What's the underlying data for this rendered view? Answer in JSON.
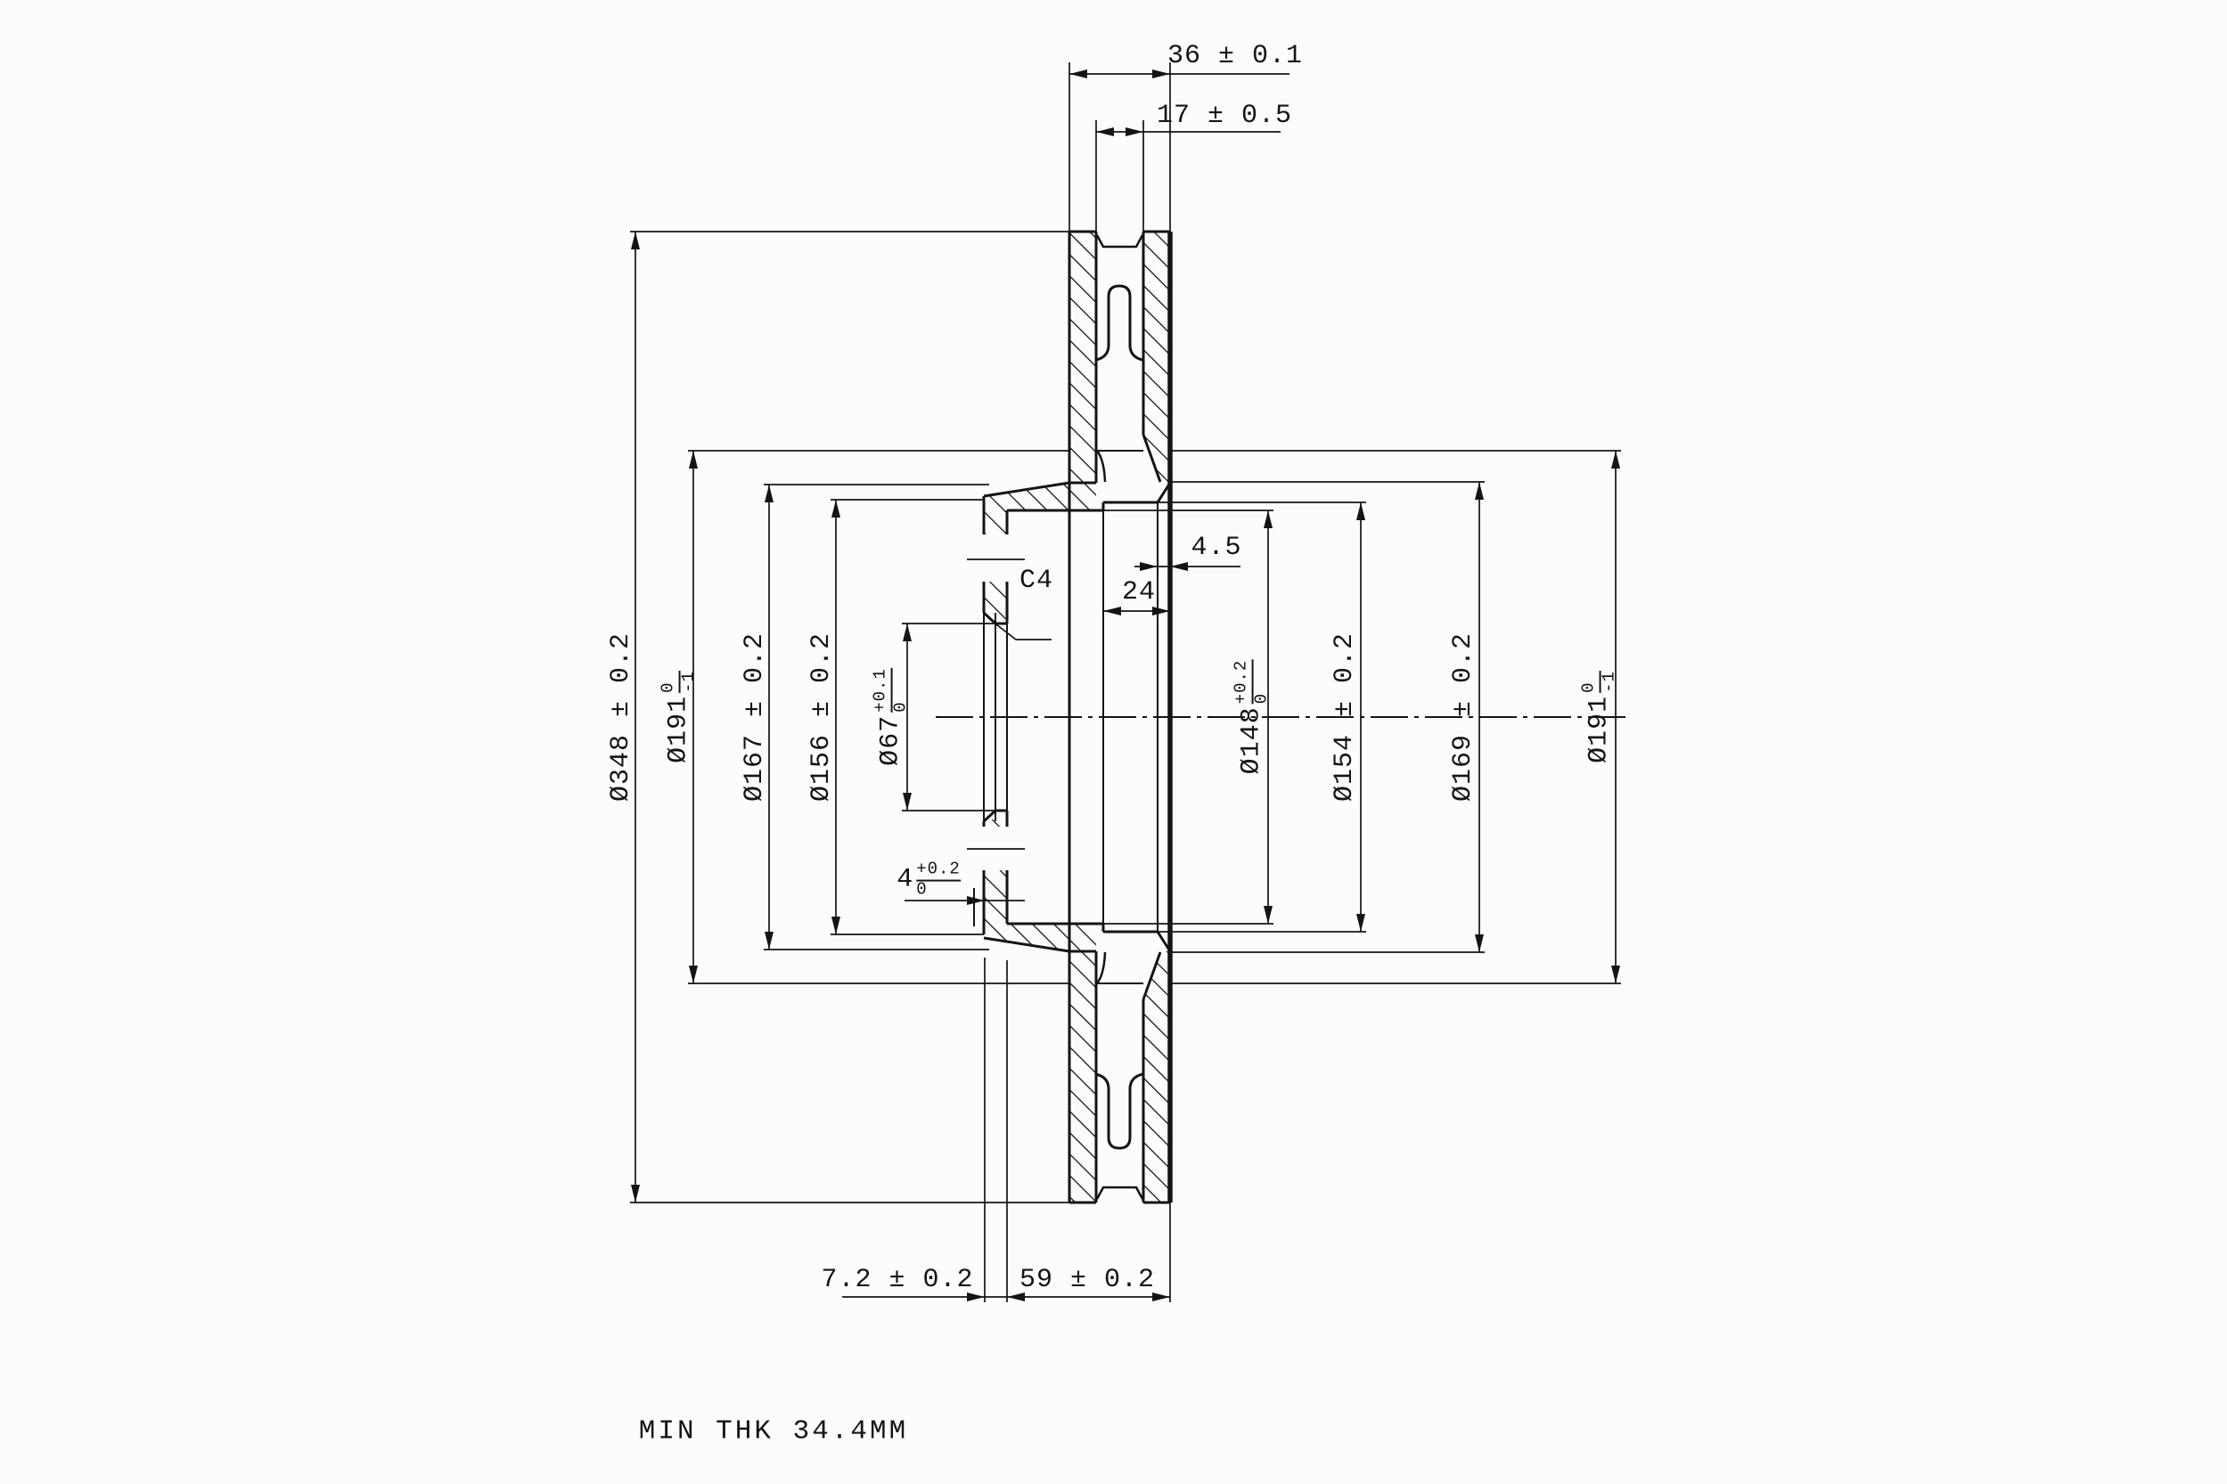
{
  "drawing": {
    "kind": "vented brake disc cross-section",
    "note": {
      "text": "MIN THK 34.4MM"
    },
    "dims": {
      "d36": {
        "text": "36 ± 0.1"
      },
      "d17": {
        "text": "17 ± 0.5"
      },
      "d72": {
        "text": "7.2 ± 0.2"
      },
      "d59": {
        "text": "59 ± 0.2"
      },
      "d45": {
        "text": "4.5"
      },
      "d24": {
        "text": "24"
      },
      "d4": {
        "base": "4",
        "sup": "+0.2",
        "sub": "0"
      },
      "c4": {
        "text": "C4"
      }
    },
    "diameters": {
      "od": {
        "base": "Ø348 ± 0.2"
      },
      "vent_inner_left": {
        "base": "Ø191",
        "sup": "0",
        "sub": "-1"
      },
      "hat_step_outer": {
        "base": "Ø167 ± 0.2"
      },
      "hat_step_inner": {
        "base": "Ø156 ± 0.2"
      },
      "pilot_bore": {
        "base": "Ø67",
        "sup": "+0.1",
        "sub": "0"
      },
      "register_bore": {
        "base": "Ø148",
        "sup": "+0.2",
        "sub": "0"
      },
      "counterbore": {
        "base": "Ø154 ± 0.2"
      },
      "mouth_diameter": {
        "base": "Ø169 ± 0.2"
      },
      "vent_inner_right": {
        "base": "Ø191",
        "sup": "0",
        "sub": "-1"
      }
    }
  }
}
